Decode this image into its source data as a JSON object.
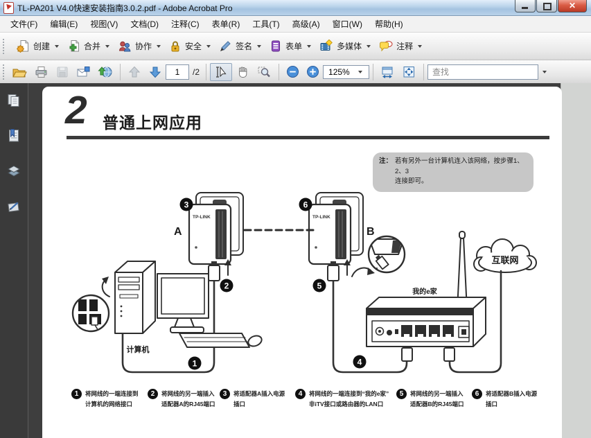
{
  "window": {
    "title": "TL-PA201 V4.0快速安装指南3.0.2.pdf - Adobe Acrobat Pro"
  },
  "menu": {
    "items": [
      "文件(F)",
      "编辑(E)",
      "视图(V)",
      "文档(D)",
      "注释(C)",
      "表单(R)",
      "工具(T)",
      "高级(A)",
      "窗口(W)",
      "帮助(H)"
    ]
  },
  "toolbar": {
    "create": "创建",
    "combine": "合并",
    "collaborate": "协作",
    "secure": "安全",
    "sign": "签名",
    "forms": "表单",
    "multimedia": "多媒体",
    "comment": "注释"
  },
  "nav": {
    "page_value": "1",
    "page_total": "/2",
    "zoom_value": "125%",
    "find_placeholder": "查找"
  },
  "doc": {
    "section_number": "2",
    "section_title": "普通上网应用",
    "note_label": "注：",
    "note_line1": "若有另外一台计算机连入该网络，按步骤1、2、3",
    "note_line2": "连接即可。",
    "labels": {
      "adapter_a": "A",
      "adapter_b": "B",
      "brand": "TP-LINK",
      "computer": "计算机",
      "router": "我的e家",
      "internet": "互联网"
    },
    "steps": [
      {
        "num": "1",
        "line1": "将网线的一端连接到",
        "line2": "计算机的网络接口"
      },
      {
        "num": "2",
        "line1": "将网线的另一端插入",
        "line2": "适配器A的RJ45端口"
      },
      {
        "num": "3",
        "line1": "将适配器A插入电源",
        "line2": "插口"
      },
      {
        "num": "4",
        "line1": "将网线的一端连接到“我的e家”",
        "line2": "非iTV接口或路由器的LAN口"
      },
      {
        "num": "5",
        "line1": "将网线的另一端插入",
        "line2": "适配器B的RJ45端口"
      },
      {
        "num": "6",
        "line1": "将适配器B插入电源",
        "line2": "插口"
      }
    ]
  }
}
